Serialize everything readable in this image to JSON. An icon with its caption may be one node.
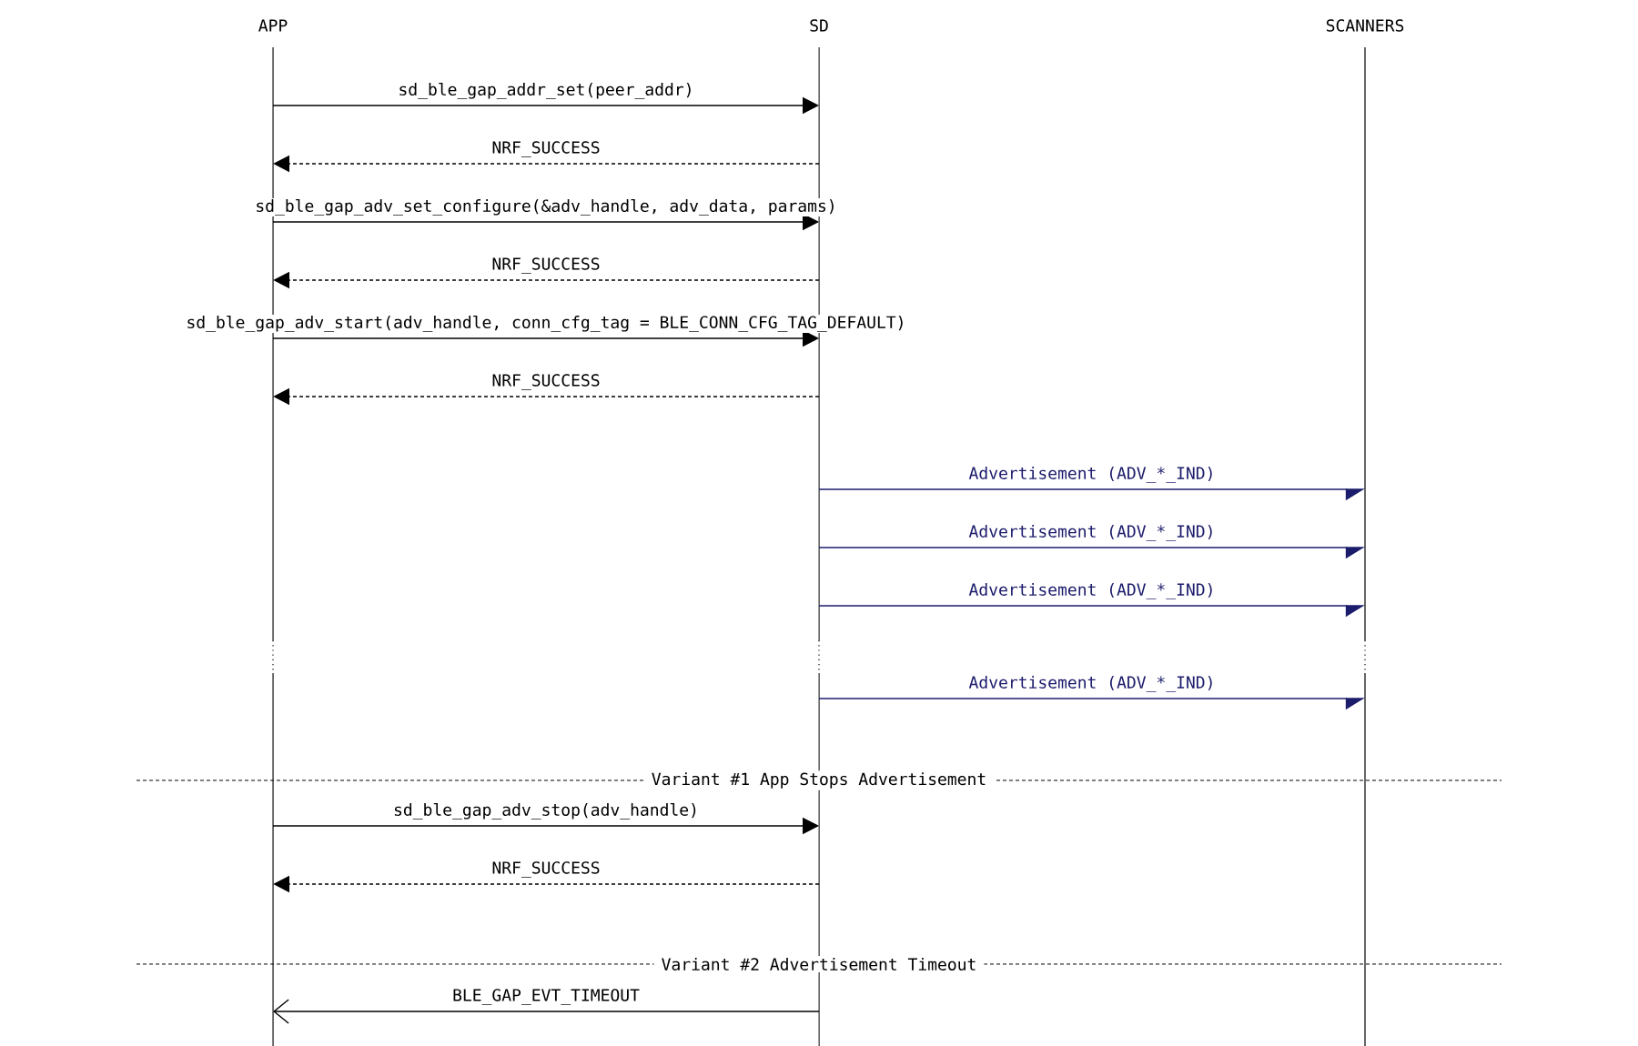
{
  "diagram": {
    "nodes": [
      {
        "text": [
          "APP"
        ]
      },
      {
        "text": [
          "SD"
        ]
      },
      {
        "text": [
          "SCANNERS"
        ]
      }
    ],
    "edges": [
      {
        "from": 0,
        "to": 1,
        "arrow": "to",
        "label": "sd_ble_gap_addr_set(peer_addr)"
      },
      {
        "from": 1,
        "to": 0,
        "arrow": "to",
        "label": "NRF_SUCCESS",
        "style": "dashed"
      },
      {
        "from": 0,
        "to": 1,
        "arrow": "to",
        "label": "sd_ble_gap_adv_set_configure(&adv_handle, adv_data, params)"
      },
      {
        "from": 1,
        "to": 0,
        "arrow": "to",
        "label": "NRF_SUCCESS",
        "style": "dashed"
      },
      {
        "from": 0,
        "to": 1,
        "arrow": "to",
        "label": "sd_ble_gap_adv_start(adv_handle, conn_cfg_tag = BLE_CONN_CFG_TAG_DEFAULT)"
      },
      {
        "from": 1,
        "to": 0,
        "arrow": "to",
        "label": "NRF_SUCCESS",
        "style": "dashed"
      },
      {
        "from": 1,
        "to": 2,
        "arrow": "to",
        "label": "Advertisement (ADV_*_IND)",
        "color": "#1c1c6c"
      },
      {
        "from": 1,
        "to": 2,
        "arrow": "to",
        "label": "Advertisement (ADV_*_IND)",
        "color": "#1c1c6c"
      },
      {
        "from": 1,
        "to": 2,
        "arrow": "to",
        "label": "Advertisement (ADV_*_IND)",
        "color": "#1c1c6c"
      },
      {
        "from": 1,
        "to": 2,
        "arrow": "to",
        "label": "Advertisement (ADV_*_IND)",
        "color": "#1c1c6c"
      },
      {
        "from": 0,
        "to": 1,
        "arrow": "to",
        "label": "sd_ble_gap_adv_stop(adv_handle)"
      },
      {
        "from": 1,
        "to": 0,
        "arrow": "to",
        "label": "NRF_SUCCESS",
        "style": "dashed"
      },
      {
        "from": 1,
        "to": 0,
        "arrow": "to",
        "label": "BLE_GAP_EVT_TIMEOUT"
      }
    ],
    "labels": [
      "Variant #1 App Stops Advertisement",
      "Variant #2 Advertisement Timeout"
    ]
  }
}
